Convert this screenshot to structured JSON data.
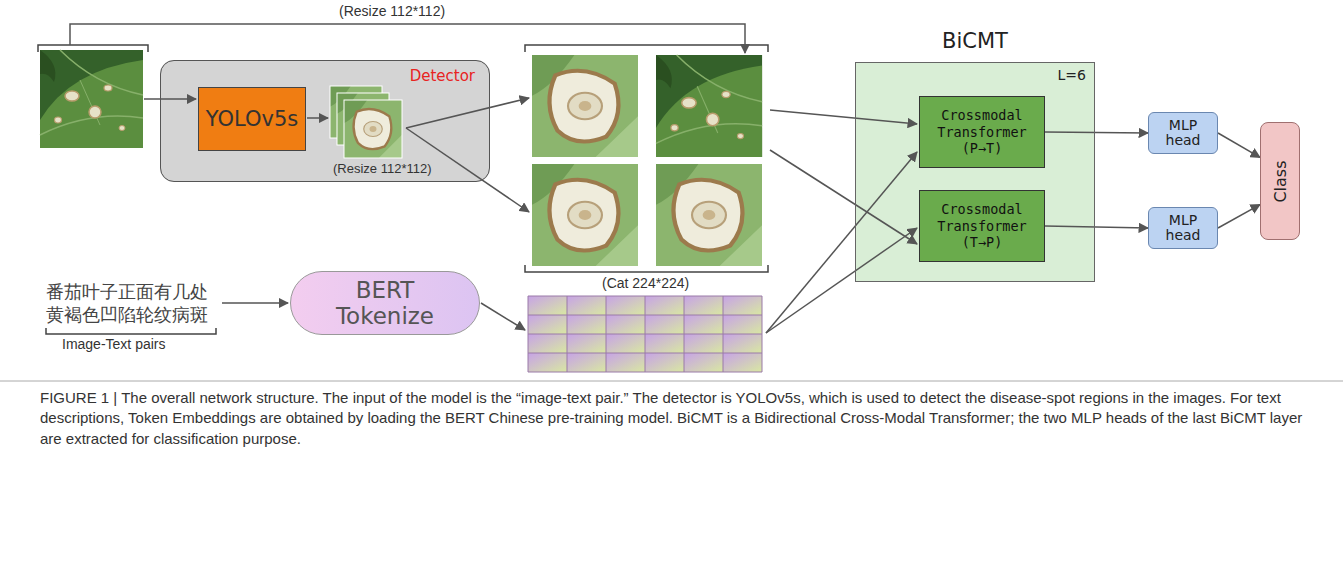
{
  "diagram": {
    "caption": "FIGURE 1 | The overall network structure. The input of the model is the “image-text pair.” The detector is YOLOv5s, which is used to detect the disease-spot regions in the images. For text descriptions, Token Embeddings are obtained by loading the BERT Chinese pre-training model. BiCMT is a Bidirectional Cross-Modal Transformer; the two MLP heads of the last BiCMT layer are extracted for classification purpose.",
    "nodes": [
      {
        "text": [
          "Detector"
        ]
      },
      {
        "text": [
          "YOLOv5s"
        ],
        "in": 0
      },
      {
        "text": [
          "BiCMT",
          "L=6"
        ]
      },
      {
        "text": [
          "Crossmodal Transformer (P→T)"
        ],
        "in": 2
      },
      {
        "text": [
          "Crossmodal Transformer (T→P)"
        ],
        "in": 2
      },
      {
        "text": [
          "MLP head"
        ]
      },
      {
        "text": [
          "MLP head"
        ]
      },
      {
        "text": [
          "Class"
        ]
      },
      {
        "text": [
          "BERT Tokenize"
        ]
      }
    ],
    "edges": [
      {
        "from": 3,
        "to": 5,
        "arrow": "to"
      },
      {
        "from": 4,
        "to": 6,
        "arrow": "to"
      },
      {
        "from": 5,
        "to": 7,
        "arrow": "to"
      },
      {
        "from": 6,
        "to": 7,
        "arrow": "to"
      }
    ],
    "labels": [
      "(Resize 112*112)",
      "(Resize 112*112)",
      "(Cat 224*224)",
      "番茄叶子正面有几处 黄褐色凹陷轮纹病斑",
      "Image-Text pairs"
    ]
  }
}
